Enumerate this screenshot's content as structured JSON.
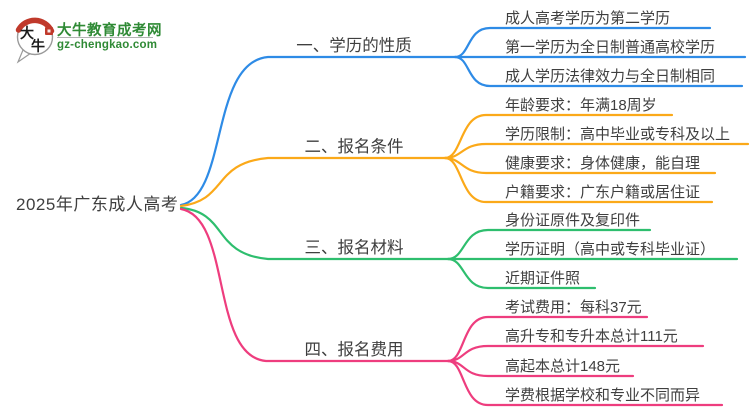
{
  "logo": {
    "icon_text_top": "大",
    "icon_text_bottom": "牛",
    "title": "大牛教育成考网",
    "domain": "gz-chengkao.com",
    "brand_green": "#2f8a35",
    "seal_red": "#c0392b"
  },
  "root": {
    "title": "2025年广东成人高考"
  },
  "branches": [
    {
      "label": "一、学历的性质",
      "color": "#2E8BE6",
      "children": [
        "成人高考学历为第二学历",
        "第一学历为全日制普通高校学历",
        "成人学历法律效力与全日制相同"
      ]
    },
    {
      "label": "二、报名条件",
      "color": "#FBA919",
      "children": [
        "年龄要求：年满18周岁",
        "学历限制：高中毕业或专科及以上",
        "健康要求：身体健康，能自理",
        "户籍要求：广东户籍或居住证"
      ]
    },
    {
      "label": "三、报名材料",
      "color": "#2EBE6E",
      "children": [
        "身份证原件及复印件",
        "学历证明（高中或专科毕业证）",
        "近期证件照"
      ]
    },
    {
      "label": "四、报名费用",
      "color": "#EE3D7E",
      "children": [
        "考试费用：每科37元",
        "高升专和专升本总计111元",
        "高起本总计148元",
        "学费根据学校和专业不同而异"
      ]
    }
  ]
}
